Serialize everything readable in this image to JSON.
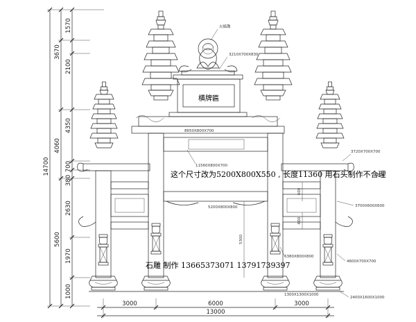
{
  "left_dimensions": {
    "overall": "14700",
    "top_group": "3670",
    "mid_group": "4060",
    "lower_group": "5600",
    "segments": [
      "1570",
      "2100",
      "4350",
      "700",
      "380",
      "2630",
      "1970",
      "1000"
    ]
  },
  "bottom_dimensions": {
    "spans": [
      "3000",
      "6000",
      "3000"
    ],
    "overall": "13000"
  },
  "signboard_text": "横牌匾",
  "top_ornament_label": "火焰珠",
  "callouts": [
    "3210X700X830",
    "8650X800X700",
    "11560X800X700",
    "5200X800X800",
    "3720X700X700",
    "X800",
    "3700X600X600",
    "4600X700X700",
    "6380X800X800",
    "1300X1300X1000",
    "2400X1600X1000"
  ],
  "vertical_dimensions": [
    "5300",
    "600",
    "600"
  ],
  "note_text": "这个尺寸改为5200X800X550 , 长度11360 用石头制作不合理",
  "maker_text": "石雕 制作 13665373071  13791739397"
}
